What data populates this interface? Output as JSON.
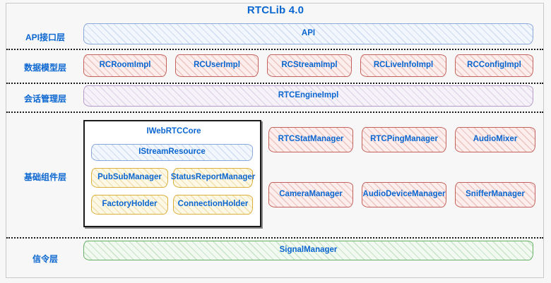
{
  "title": "RTCLib 4.0",
  "colors": {
    "title": "#0a66d0",
    "label_text": "#0a66d0",
    "blue": "#8aa8d8",
    "red": "#c5615c",
    "purple": "#b49bc8",
    "yellow": "#d9b03c",
    "green": "#67b168",
    "background": "#f7f7f7",
    "divider": "#1a1a1a"
  },
  "layers": [
    {
      "label": "API接口层"
    },
    {
      "label": "数据模型层"
    },
    {
      "label": "会话管理层"
    },
    {
      "label": "基础组件层"
    },
    {
      "label": "信令层"
    }
  ],
  "api_layer": {
    "box": "API"
  },
  "data_model_layer": {
    "boxes": [
      "RCRoomImpl",
      "RCUserImpl",
      "RCStreamImpl",
      "RCLiveInfoImpl",
      "RCConfigImpl"
    ]
  },
  "session_layer": {
    "box": "RTCEngineImpl"
  },
  "component_layer": {
    "core": {
      "title": "IWebRTCCore",
      "stream_resource": "IStreamResource",
      "managers": [
        "PubSubManager",
        "StatusReportManager",
        "FactoryHolder",
        "ConnectionHolder"
      ]
    },
    "components": [
      "RTCStatManager",
      "RTCPingManager",
      "AudioMixer",
      "CameraManager",
      "AudioDeviceManager",
      "SnifferManager"
    ]
  },
  "signal_layer": {
    "box": "SignalManager"
  }
}
